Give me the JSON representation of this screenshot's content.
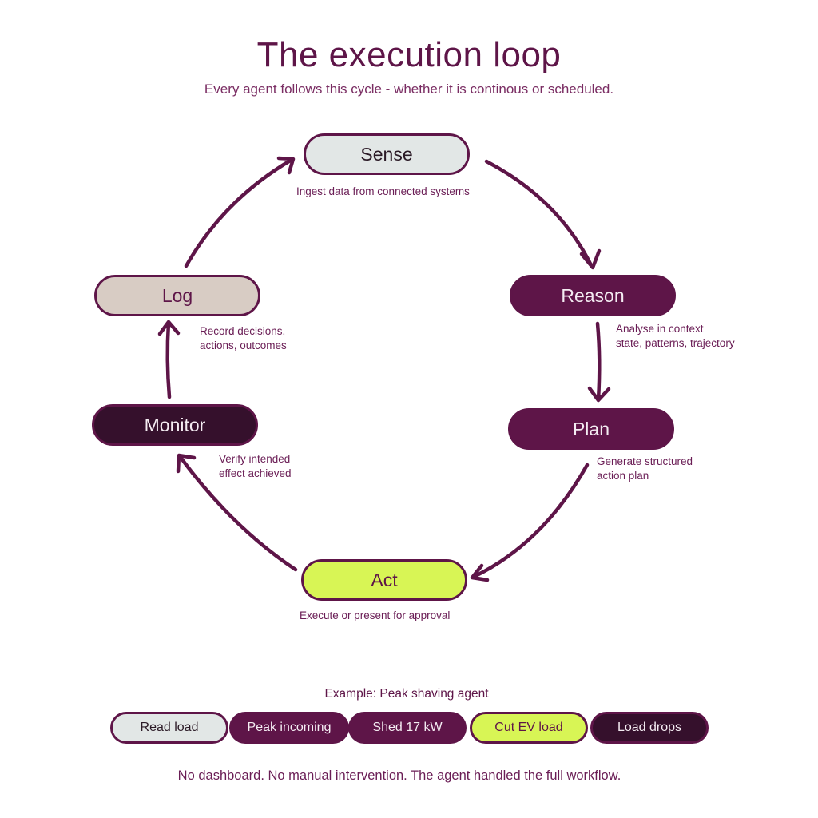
{
  "header": {
    "title": "The execution loop",
    "subtitle": "Every agent follows this cycle - whether it is continous or scheduled."
  },
  "loop": {
    "nodes": [
      {
        "id": "sense",
        "label": "Sense",
        "description": [
          "Ingest data from connected systems"
        ],
        "style": "light"
      },
      {
        "id": "reason",
        "label": "Reason",
        "description": [
          "Analyse in context",
          "state, patterns, trajectory"
        ],
        "style": "purple"
      },
      {
        "id": "plan",
        "label": "Plan",
        "description": [
          "Generate structured",
          "action plan"
        ],
        "style": "purple"
      },
      {
        "id": "act",
        "label": "Act",
        "description": [
          "Execute or present for approval"
        ],
        "style": "lime"
      },
      {
        "id": "monitor",
        "label": "Monitor",
        "description": [
          "Verify intended",
          "effect achieved"
        ],
        "style": "dark"
      },
      {
        "id": "log",
        "label": "Log",
        "description": [
          "Record decisions,",
          "actions, outcomes"
        ],
        "style": "beige"
      }
    ],
    "flow": [
      "sense",
      "reason",
      "plan",
      "act",
      "monitor",
      "log",
      "sense"
    ]
  },
  "example": {
    "title": "Example: Peak shaving agent",
    "steps": [
      {
        "label": "Read load",
        "style": "light"
      },
      {
        "label": "Peak incoming",
        "style": "purple"
      },
      {
        "label": "Shed 17 kW",
        "style": "purple"
      },
      {
        "label": "Cut EV load",
        "style": "lime"
      },
      {
        "label": "Load drops",
        "style": "dark"
      }
    ]
  },
  "footer": {
    "text": "No dashboard. No manual intervention. The agent handled the full workflow."
  },
  "colors": {
    "brand_purple": "#5e1548",
    "dark_purple": "#35102c",
    "lime": "#d8f555",
    "light_gray": "#e2e7e6",
    "beige": "#d8ccc4"
  }
}
